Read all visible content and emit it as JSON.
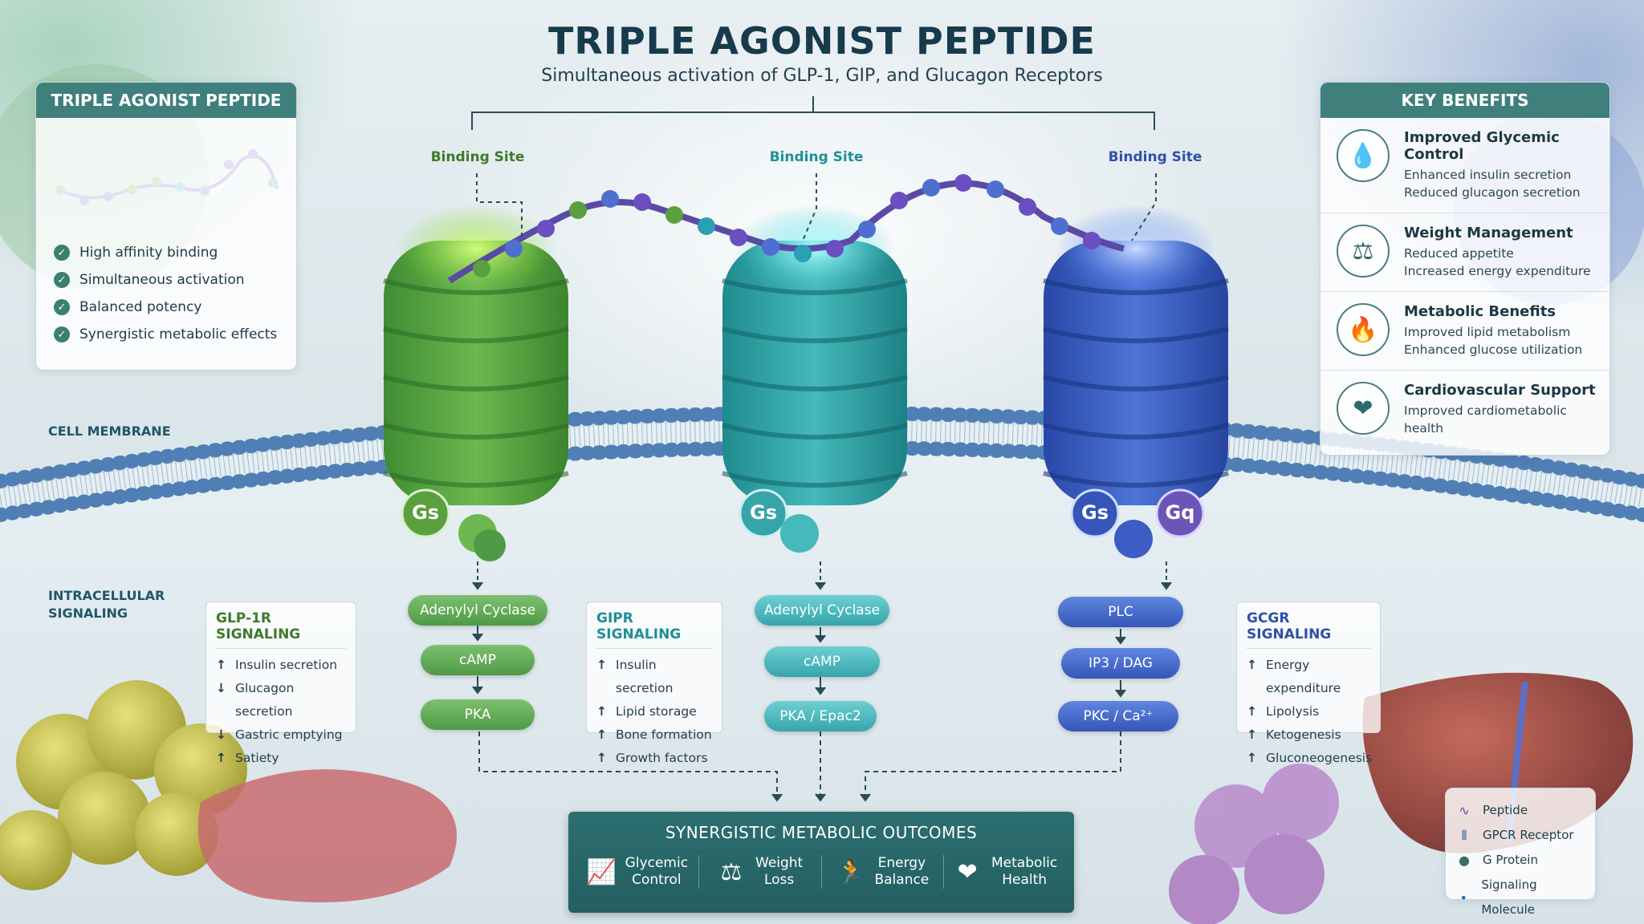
{
  "title": "TRIPLE AGONIST PEPTIDE",
  "subtitle": "Simultaneous activation of GLP-1, GIP, and Glucagon Receptors",
  "left_panel": {
    "header": "TRIPLE AGONIST PEPTIDE",
    "features": [
      "High affinity binding",
      "Simultaneous activation",
      "Balanced potency",
      "Synergistic metabolic effects"
    ]
  },
  "binding_sites": [
    "Binding Site",
    "Binding Site",
    "Binding Site"
  ],
  "membrane_label": "CELL MEMBRANE",
  "intracellular_label": [
    "INTRACELLULAR",
    "SIGNALING"
  ],
  "g_proteins": {
    "green": "Gs",
    "teal": "Gs",
    "blue_gs": "Gs",
    "blue_gq": "Gq"
  },
  "key_benefits": {
    "header": "KEY BENEFITS",
    "items": [
      {
        "title": "Improved Glycemic Control",
        "lines": [
          "Enhanced insulin secretion",
          "Reduced glucagon secretion"
        ],
        "icon": "drop-icon"
      },
      {
        "title": "Weight Management",
        "lines": [
          "Reduced appetite",
          "Increased energy expenditure"
        ],
        "icon": "scale-icon"
      },
      {
        "title": "Metabolic Benefits",
        "lines": [
          "Improved lipid metabolism",
          "Enhanced glucose utilization"
        ],
        "icon": "flame-icon"
      },
      {
        "title": "Cardiovascular Support",
        "lines": [
          "Improved cardiometabolic",
          "health"
        ],
        "icon": "heart-icon"
      }
    ]
  },
  "glp1r": {
    "title": "GLP-1R SIGNALING",
    "items": [
      {
        "dir": "↑",
        "text": "Insulin secretion"
      },
      {
        "dir": "↓",
        "text": "Glucagon secretion"
      },
      {
        "dir": "↓",
        "text": "Gastric emptying"
      },
      {
        "dir": "↑",
        "text": "Satiety"
      }
    ]
  },
  "gipr": {
    "title": "GIPR SIGNALING",
    "items": [
      {
        "dir": "↑",
        "text": "Insulin secretion"
      },
      {
        "dir": "↑",
        "text": "Lipid storage"
      },
      {
        "dir": "↑",
        "text": "Bone formation"
      },
      {
        "dir": "↑",
        "text": "Growth factors"
      }
    ]
  },
  "gcgr": {
    "title": "GCGR SIGNALING",
    "items": [
      {
        "dir": "↑",
        "text": "Energy expenditure"
      },
      {
        "dir": "↑",
        "text": "Lipolysis"
      },
      {
        "dir": "↑",
        "text": "Ketogenesis"
      },
      {
        "dir": "↑",
        "text": "Gluconeogenesis"
      }
    ]
  },
  "cascades": {
    "green": [
      "Adenylyl Cyclase",
      "cAMP",
      "PKA"
    ],
    "teal": [
      "Adenylyl Cyclase",
      "cAMP",
      "PKA / Epac2"
    ],
    "blue": [
      "PLC",
      "IP3 / DAG",
      "PKC / Ca²⁺"
    ]
  },
  "outcomes": {
    "title": "SYNERGISTIC METABOLIC OUTCOMES",
    "items": [
      {
        "lines": [
          "Glycemic",
          "Control"
        ],
        "icon": "chart-line-icon"
      },
      {
        "lines": [
          "Weight",
          "Loss"
        ],
        "icon": "scale-icon"
      },
      {
        "lines": [
          "Energy",
          "Balance"
        ],
        "icon": "runner-icon"
      },
      {
        "lines": [
          "Metabolic",
          "Health"
        ],
        "icon": "heart-icon"
      }
    ]
  },
  "legend": {
    "items": [
      {
        "label": "Peptide",
        "icon": "peptide-icon"
      },
      {
        "label": "GPCR Receptor",
        "icon": "gpcr-icon"
      },
      {
        "label": "G Protein",
        "icon": "g-protein-icon"
      },
      {
        "label": "Signaling Molecule",
        "icon": "signaling-molecule-icon"
      }
    ]
  },
  "colors": {
    "green": "#4f9a46",
    "teal": "#37a4aa",
    "blue": "#3556b8",
    "purple": "#6b56b8",
    "dark_teal": "#2c6f70"
  }
}
